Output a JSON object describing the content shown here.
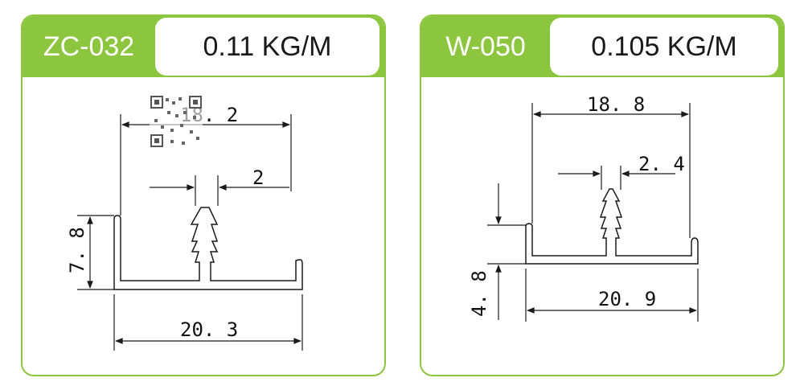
{
  "profiles": [
    {
      "code": "ZC-032",
      "weight": "0.11 KG/M",
      "dims": {
        "top_width": "18. 2",
        "slot": "2",
        "height": "7. 8",
        "bottom_width": "20. 3"
      }
    },
    {
      "code": "W-050",
      "weight": "0.105 KG/M",
      "dims": {
        "top_width": "18. 8",
        "slot": "2. 4",
        "height": "4. 8",
        "bottom_width": "20. 9"
      }
    }
  ],
  "colors": {
    "accent": "#8cc63f",
    "line": "#1a1a1a"
  },
  "icons": {
    "qr": "qr-code-icon"
  }
}
